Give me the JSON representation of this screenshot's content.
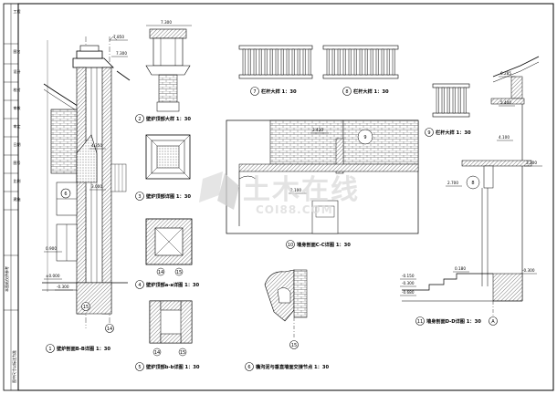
{
  "title_block": {
    "cells": [
      "工程",
      "图名",
      "设计",
      "校对",
      "审核",
      "审定",
      "日期",
      "图号",
      "比例",
      "建施"
    ],
    "notes": [
      "本图纸仅供参考",
      "图中尺寸以标注为准"
    ]
  },
  "watermark": {
    "text": "土木在线",
    "sub": "COI88.COM"
  },
  "details": {
    "chimney_section_bb": {
      "caption": "壁炉剖面B-B详图  1：30",
      "bubble": "1",
      "dims": [
        "7.850",
        "7.300",
        "4.350",
        "3.000",
        "0.900",
        "±0.000",
        "-0.300"
      ],
      "bubbles": [
        "6",
        "15",
        "14"
      ]
    },
    "chimney_cap_detail": {
      "caption": "壁炉顶部大样  1：30",
      "bubble": "2",
      "dims": [
        "7.300"
      ]
    },
    "chimney_top_plan": {
      "caption": "壁炉顶部详图  1：30",
      "bubble": "3"
    },
    "chimney_top_section_aa": {
      "caption": "壁炉顶部a-a详图  1：30",
      "bubble": "4",
      "bubbles": [
        "14",
        "15"
      ]
    },
    "chimney_top_section_bb": {
      "caption": "壁炉顶部b-b详图  1：30",
      "bubble": "5",
      "bubbles": [
        "14",
        "15"
      ]
    },
    "railing_detail_7": {
      "caption": "栏杆大样  1：30",
      "bubble": "7"
    },
    "railing_detail_8": {
      "caption": "栏杆大样  1：30",
      "bubble": "8"
    },
    "railing_detail_9": {
      "caption": "栏杆大样  1：30",
      "bubble": "9"
    },
    "wall_section_cc": {
      "caption": "墙身剖面C-C详图  1：30",
      "bubble": "10",
      "dims": [
        "3.430",
        "2.100"
      ],
      "bubbles": [
        "9"
      ]
    },
    "eave_gutter_node": {
      "caption": "檐沟泥与垂直墙面交接节点  1：30",
      "bubble": "6",
      "bubbles": [
        "15"
      ]
    },
    "wall_section_dd": {
      "caption": "墙身剖面D-D详图  1：30",
      "bubble": "11",
      "dims": [
        "6.285",
        "5.400",
        "4.100",
        "3.300",
        "2.700",
        "0.180",
        "-0.150",
        "-0.300",
        "-0.680",
        "-0.300"
      ],
      "bubbles": [
        "A",
        "8"
      ]
    }
  }
}
